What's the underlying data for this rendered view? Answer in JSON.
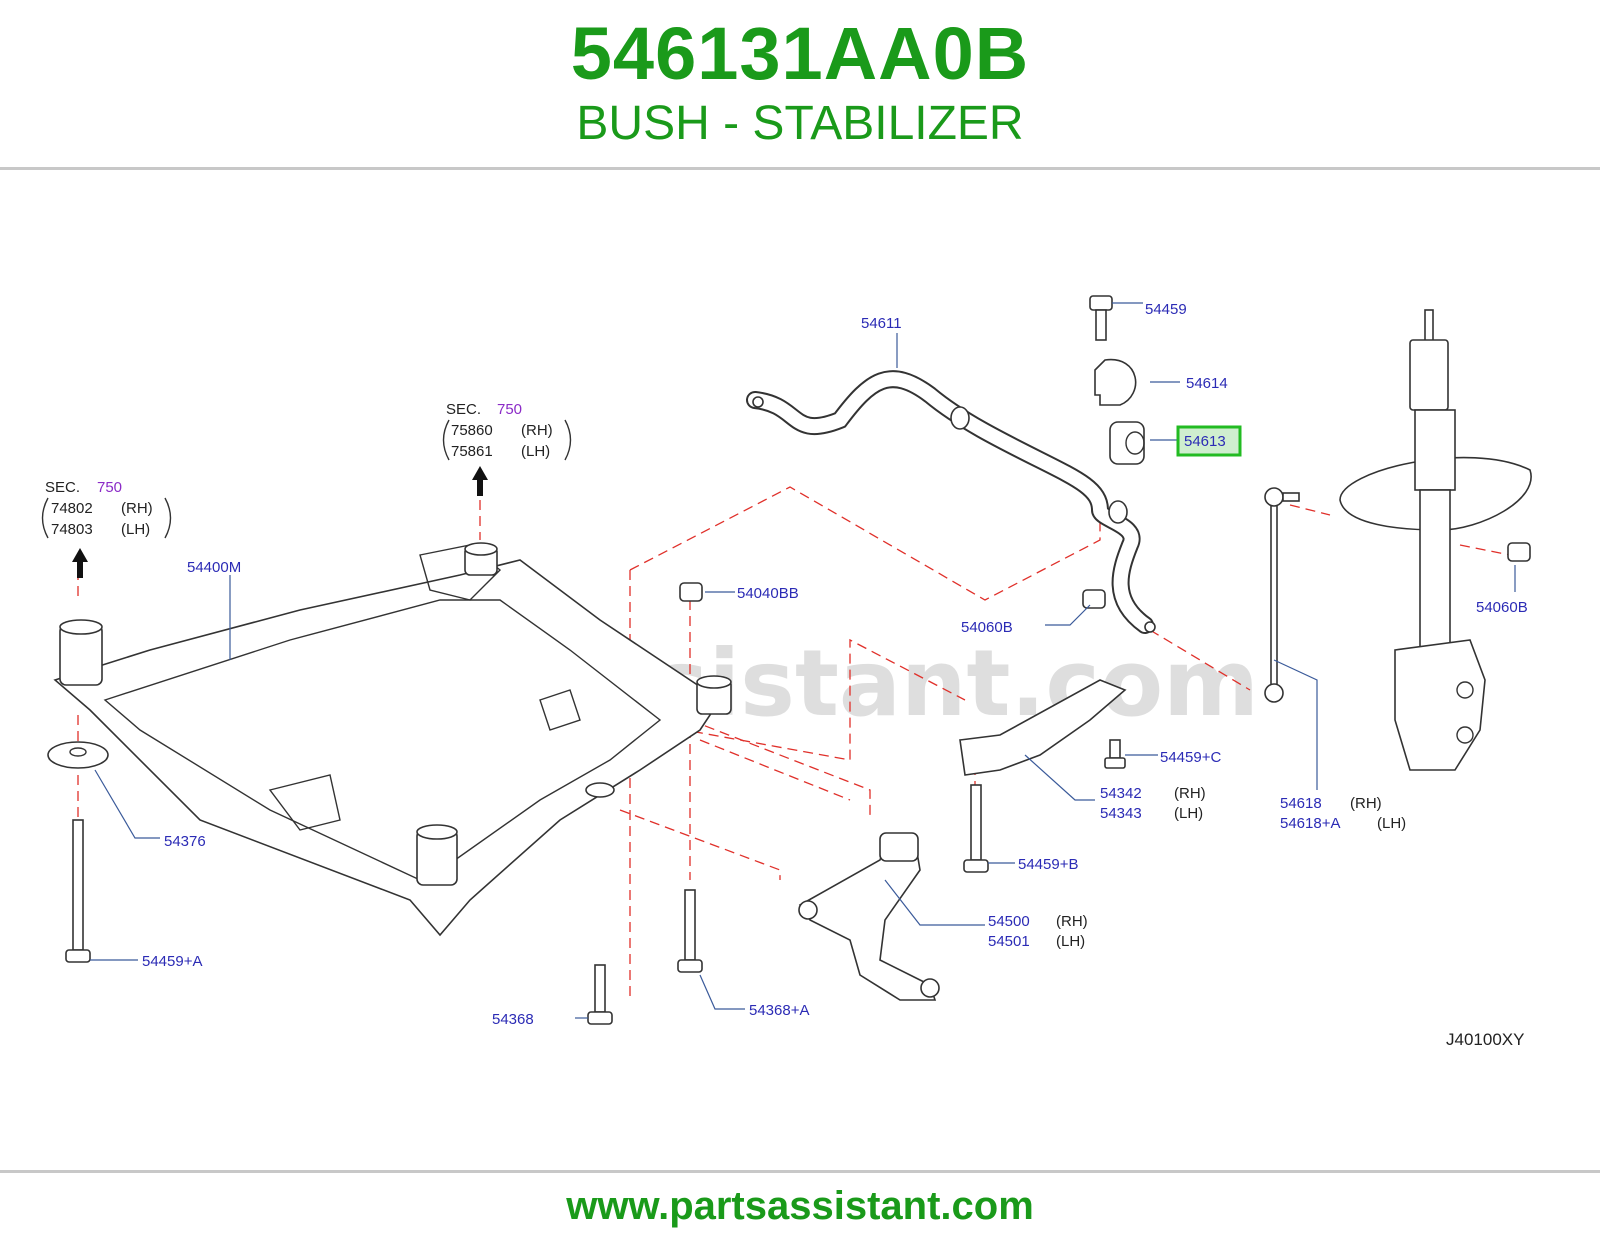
{
  "header": {
    "part_number": "546131AA0B",
    "part_name": "BUSH - STABILIZER"
  },
  "footer": {
    "url": "www.partsassistant.com"
  },
  "diagram": {
    "watermark": "partsassistant.com",
    "code": "J40100XY",
    "highlighted_part": "54613",
    "sec_refs": [
      {
        "sec": "SEC.",
        "num": "750",
        "lines": [
          {
            "part": "75860",
            "side": "(RH)"
          },
          {
            "part": "75861",
            "side": "(LH)"
          }
        ]
      },
      {
        "sec": "SEC.",
        "num": "750",
        "lines": [
          {
            "part": "74802",
            "side": "(RH)"
          },
          {
            "part": "74803",
            "side": "(LH)"
          }
        ]
      }
    ],
    "labels": {
      "p54611": "54611",
      "p54459": "54459",
      "p54614": "54614",
      "p54613": "54613",
      "p54400M": "54400M",
      "p54040BB": "54040BB",
      "p54060B_mid": "54060B",
      "p54060B_right": "54060B",
      "p54376": "54376",
      "p54459C": "54459+C",
      "p54342": "54342",
      "p54342_side": "(RH)",
      "p54343": "54343",
      "p54343_side": "(LH)",
      "p54618": "54618",
      "p54618_side": "(RH)",
      "p54618A": "54618+A",
      "p54618A_side": "(LH)",
      "p54459B": "54459+B",
      "p54500": "54500",
      "p54500_side": "(RH)",
      "p54501": "54501",
      "p54501_side": "(LH)",
      "p54459A": "54459+A",
      "p54368": "54368",
      "p54368A": "54368+A"
    }
  }
}
